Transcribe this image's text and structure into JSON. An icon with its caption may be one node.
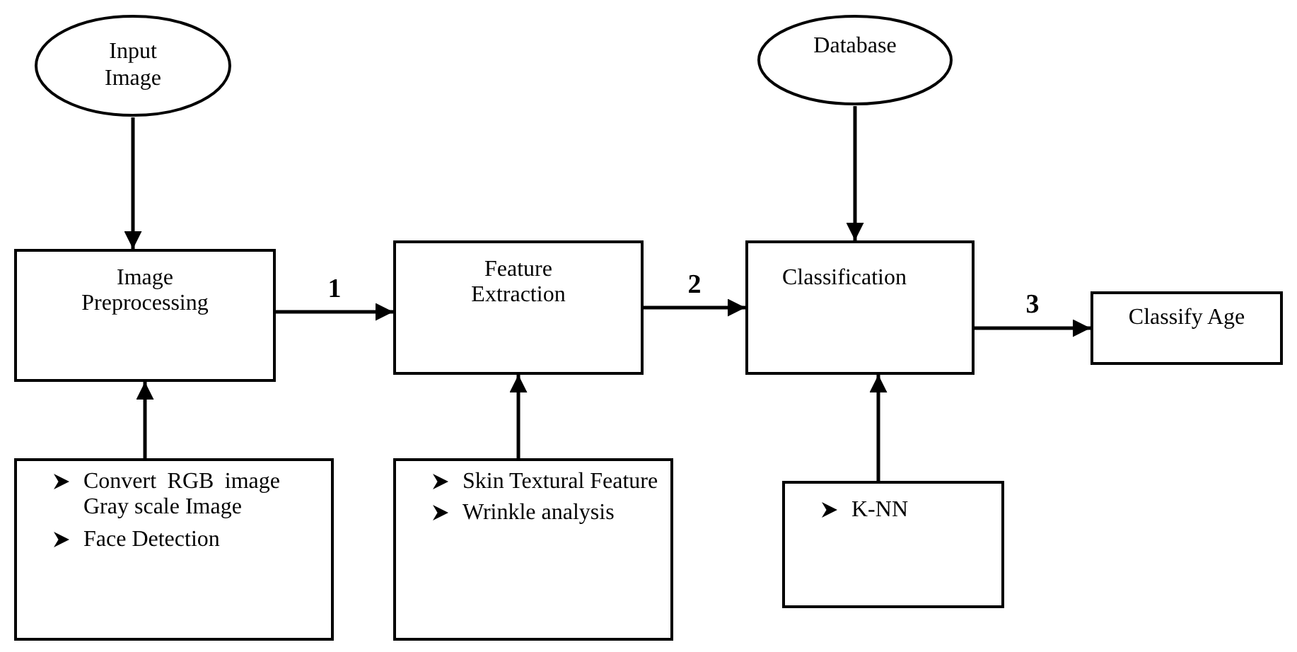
{
  "diagram": {
    "nodes": [
      {
        "text": [
          "Input Image"
        ]
      },
      {
        "text": [
          "Database"
        ]
      },
      {
        "text": [
          "Image Preprocessing"
        ]
      },
      {
        "text": [
          "Feature Extraction"
        ]
      },
      {
        "text": [
          "Classification"
        ]
      },
      {
        "text": [
          "Classify Age"
        ]
      },
      {
        "text": [
          "Convert RGB image Gray scale Image",
          "Face Detection"
        ]
      },
      {
        "text": [
          "Skin Textural Feature",
          "Wrinkle analysis"
        ]
      },
      {
        "text": [
          "K-NN"
        ]
      }
    ],
    "edges": [
      {
        "from": 0,
        "to": 2,
        "arrow": "to"
      },
      {
        "from": 6,
        "to": 2,
        "arrow": "to"
      },
      {
        "from": 2,
        "to": 3,
        "arrow": "to",
        "label": "1"
      },
      {
        "from": 7,
        "to": 3,
        "arrow": "to"
      },
      {
        "from": 3,
        "to": 4,
        "arrow": "to",
        "label": "2"
      },
      {
        "from": 1,
        "to": 4,
        "arrow": "to"
      },
      {
        "from": 8,
        "to": 4,
        "arrow": "to"
      },
      {
        "from": 4,
        "to": 5,
        "arrow": "to",
        "label": "3"
      }
    ]
  }
}
